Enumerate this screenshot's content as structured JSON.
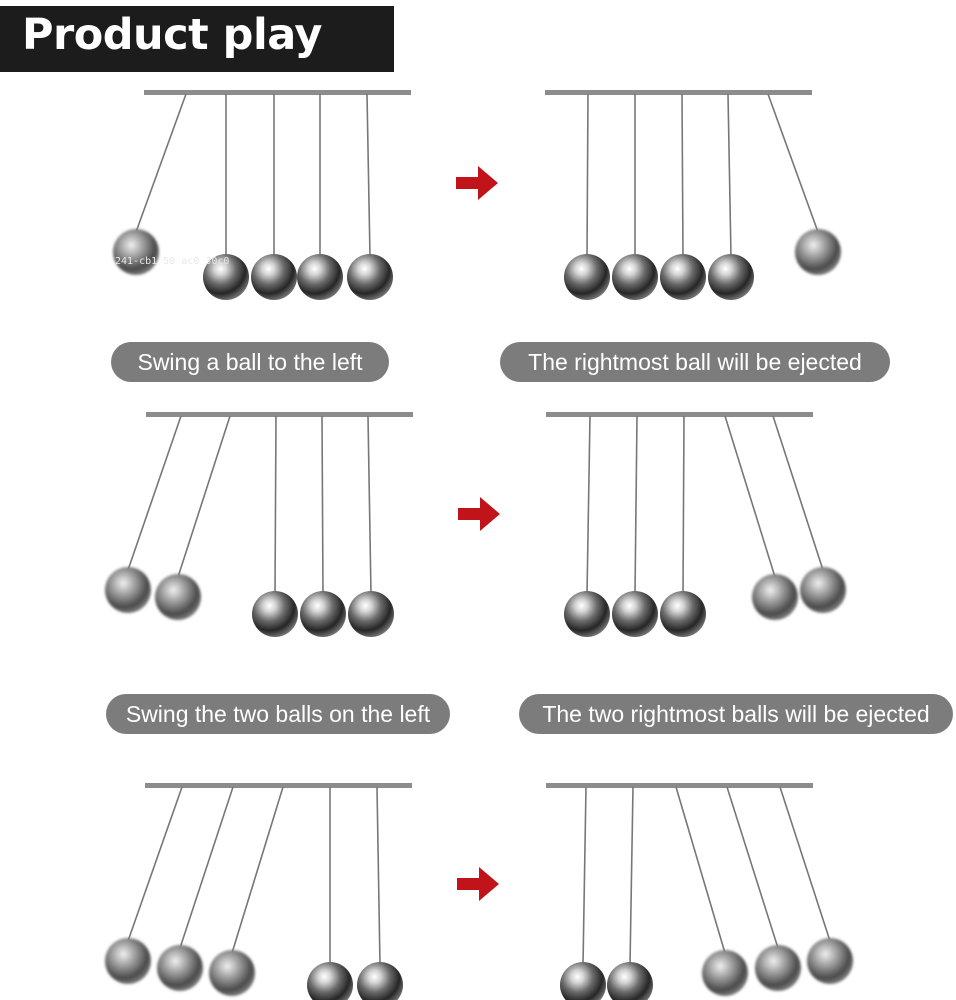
{
  "title": "Product play",
  "watermark": "241-cb1     50  ac0  30c0",
  "captions": [
    "Swing a ball to the left",
    "The rightmost ball will be ejected",
    "Swing the two balls on the left",
    "The two rightmost balls will be ejected"
  ],
  "colors": {
    "title_bg": "#1c1c1c",
    "caption_bg": "#7c7c7c",
    "arrow": "#c0141a",
    "bar": "#8c8c8c"
  },
  "icons": [
    "arrow-right-icon",
    "steel-ball-icon"
  ]
}
